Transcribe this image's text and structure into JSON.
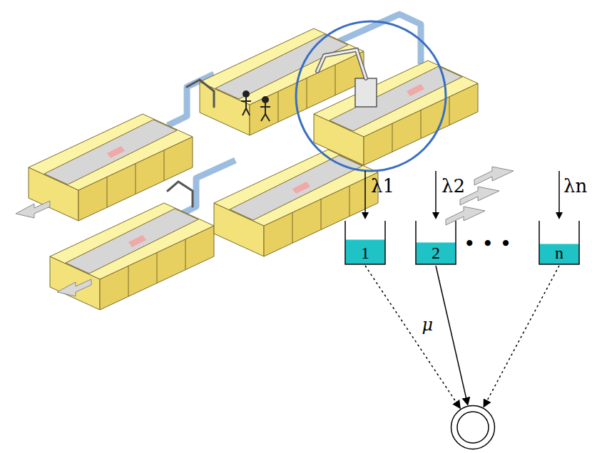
{
  "diagram": {
    "nodes": [
      {
        "text": [
          "1"
        ]
      },
      {
        "text": [
          "2"
        ]
      },
      {
        "text": [
          "n"
        ]
      },
      {
        "text": []
      }
    ],
    "edges": [
      {
        "from": 0,
        "to": 3,
        "arrow": "to"
      },
      {
        "from": 1,
        "to": 3,
        "label": "μ",
        "arrow": "to"
      },
      {
        "from": 2,
        "to": 3,
        "arrow": "to"
      }
    ],
    "labels": [
      "λ1",
      "λ2",
      "λn",
      "• • •"
    ]
  }
}
